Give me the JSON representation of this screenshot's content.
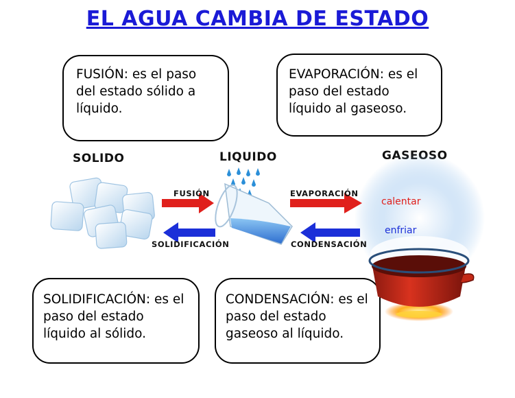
{
  "title": "EL AGUA CAMBIA DE ESTADO",
  "boxes": {
    "fusion": "FUSIÓN: es el paso del estado sólido a líquido.",
    "evaporacion": "EVAPORACIÓN: es el paso del estado líquido al gaseoso.",
    "solidificacion": "SOLIDIFICACIÓN: es el paso del estado líquido al sólido.",
    "condensacion": "CONDENSACIÓN: es el paso del estado gaseoso al líquido."
  },
  "states": {
    "solid": "SOLIDO",
    "liquid": "LIQUIDO",
    "gas": "GASEOSO"
  },
  "arrows": {
    "fusion": "FUSIÓN",
    "solidificacion": "SOLIDIFICACIÓN",
    "evaporacion": "EVAPORACIÓN",
    "condensacion": "CONDENSACIÓN"
  },
  "heat": {
    "calentar": "calentar",
    "enfriar": "enfriar"
  },
  "colors": {
    "title": "#1a1ad6",
    "heat_arrow": "#e0201c",
    "cool_arrow": "#1b2fd8",
    "calentar": "#e0201c",
    "enfriar": "#1b2fd8"
  }
}
